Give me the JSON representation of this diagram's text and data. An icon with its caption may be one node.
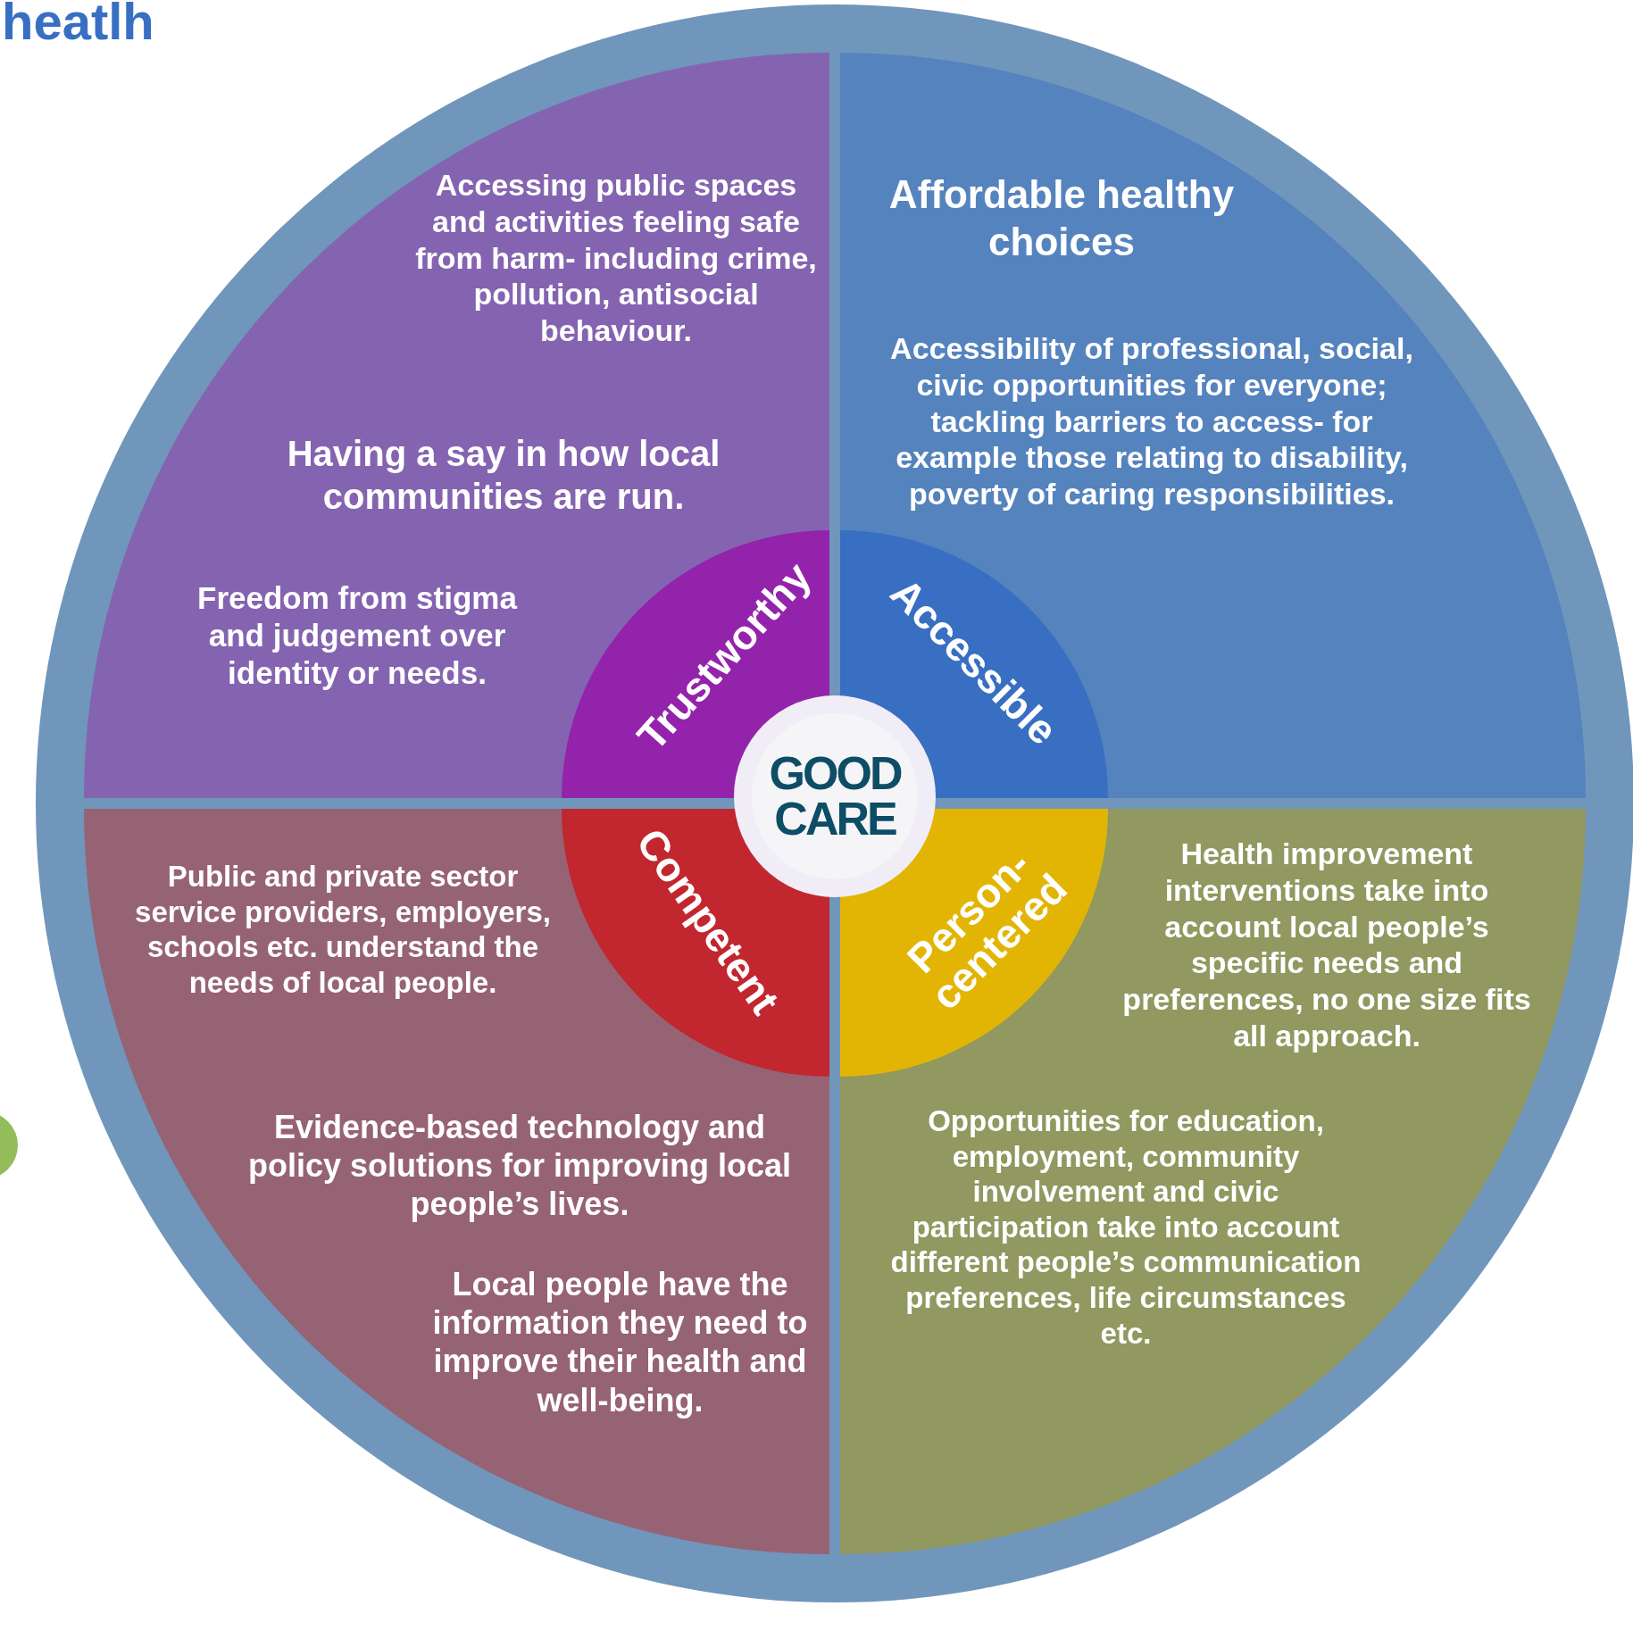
{
  "diagram": {
    "nodes": [
      {
        "text": [
          "Accessing public spaces and activities feeling safe from harm- including crime, pollution, antisocial behaviour.",
          "Having a say in how local communities are run.",
          "Freedom from stigma and judgement over identity or needs."
        ]
      },
      {
        "text": [
          "Trustworthy"
        ],
        "in": 0
      },
      {
        "text": [
          "Affordable healthy choices",
          "Accessibility of professional, social, civic opportunities for everyone; tackling barriers to access- for example those relating to disability, poverty of caring responsibilities."
        ]
      },
      {
        "text": [
          "Accessible"
        ],
        "in": 2
      },
      {
        "text": [
          "Public and private sector service providers, employers, schools etc. understand the needs of local people.",
          "Evidence-based technology and policy solutions for improving local people’s lives.",
          "Local people have the information they need to improve their health and well-being."
        ]
      },
      {
        "text": [
          "Competent"
        ],
        "in": 4
      },
      {
        "text": [
          "Health improvement interventions take into account local people’s specific needs and preferences, no one size fits all approach.",
          "Opportunities for education, employment, community involvement and civic participation take into account different people’s communication preferences, life circumstances etc."
        ]
      },
      {
        "text": [
          "Person- centered"
        ],
        "in": 6
      },
      {
        "text": [
          "GOOD CARE"
        ]
      }
    ],
    "edges": [],
    "labels": [
      "heatlh"
    ]
  }
}
